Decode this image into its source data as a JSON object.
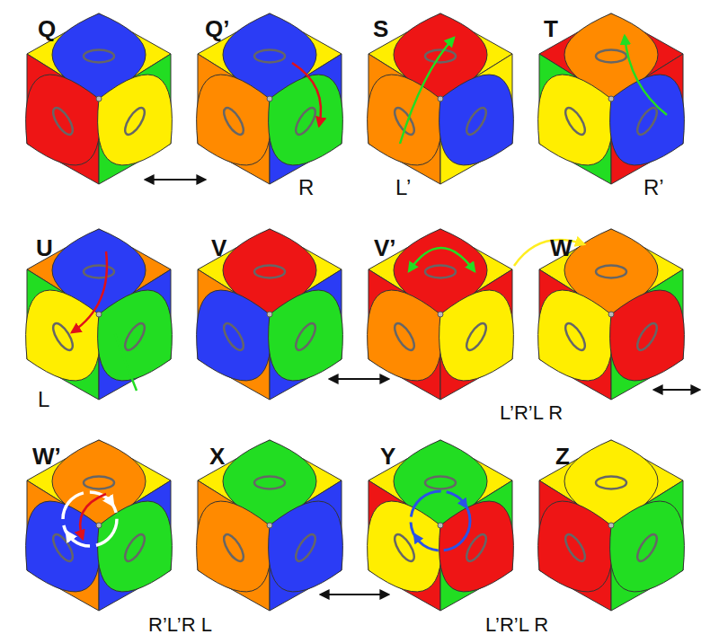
{
  "diagram": {
    "labels": [
      "Q",
      "Q’",
      "S",
      "T",
      "R",
      "L’",
      "R’",
      "U",
      "V",
      "V’",
      "W",
      "L’R’L R",
      "L",
      "W’",
      "X",
      "Y",
      "Z",
      "R’L’R L",
      "L’R’L R"
    ]
  }
}
